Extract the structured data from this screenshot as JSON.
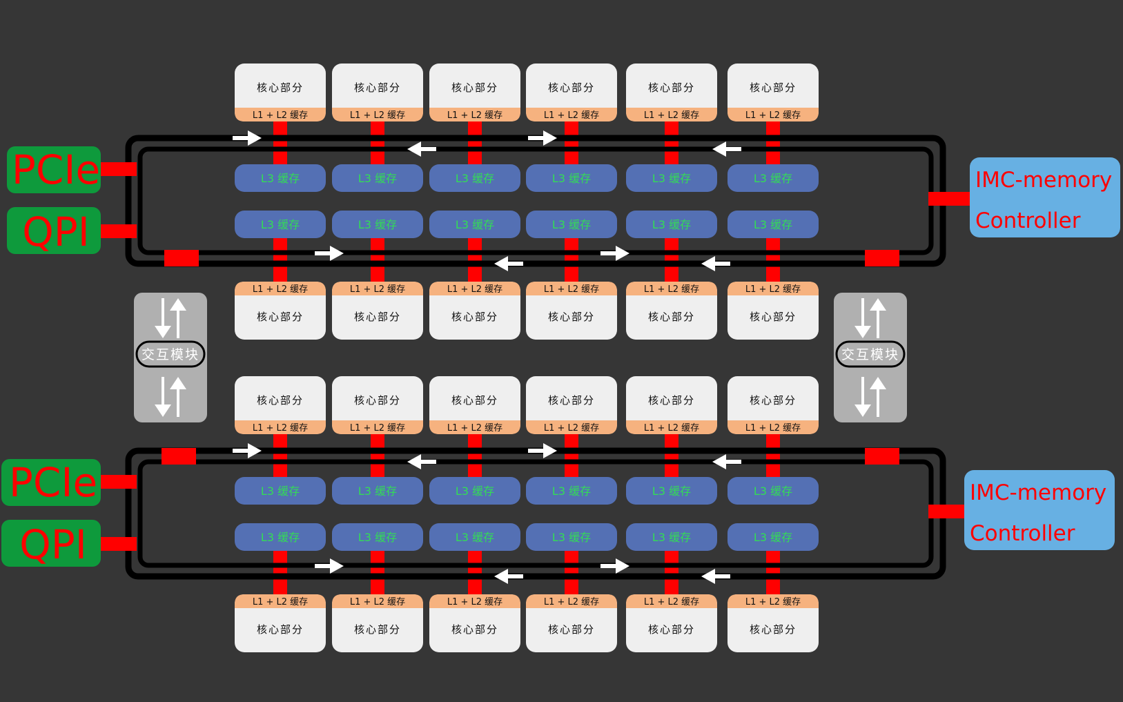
{
  "colors": {
    "background": "#363636",
    "core_bg": "#efefef",
    "cache_bg": "#f6b27f",
    "l3_bg": "#5470b4",
    "l3_text": "#33dd55",
    "red": "#ff0000",
    "green_box": "#0e9a3c",
    "blue_box": "#67b0e3",
    "ring": "#000000",
    "hub_bg": "#b0b0b0",
    "arrow": "#ffffff"
  },
  "labels": {
    "core": "核心部分",
    "l1l2": "L1 + L2 缓存",
    "l3": "L3 缓存",
    "pcie": "PCIe",
    "qpi": "QPI",
    "imc_line1": "IMC-memory",
    "imc_line2": "Controller",
    "hub": "交互模块"
  },
  "layout": {
    "socket_count": 2,
    "cores_per_row": 6
  },
  "icons": [
    "right-arrow-icon",
    "left-arrow-icon",
    "up-arrow-icon",
    "down-arrow-icon"
  ]
}
